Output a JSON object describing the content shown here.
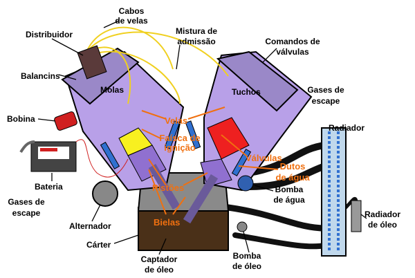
{
  "labels": {
    "cabos_de_velas": [
      "Cabos",
      "de velas"
    ],
    "distribuidor": "Distribuidor",
    "mistura_de_admissao": [
      "Mistura de",
      "admissão"
    ],
    "comandos_de_valvulas": [
      "Comandos de",
      "válvulas"
    ],
    "balancins": "Balancins",
    "molas": "Molas",
    "tuchos": "Tuchos",
    "gases_de_escape_right": [
      "Gases de",
      "escape"
    ],
    "bobina": "Bobina",
    "radiador": "Radiador",
    "bateria": "Bateria",
    "gases_de_escape_left": [
      "Gases de",
      "escape"
    ],
    "radiador_de_oleo": [
      "Radiador",
      "de óleo"
    ],
    "alternador": "Alternador",
    "carter": "Cárter",
    "captador_de_oleo": [
      "Captador",
      "de óleo"
    ],
    "bomba_de_oleo": [
      "Bomba",
      "de óleo"
    ],
    "bomba_de_agua": [
      "Bomba",
      "de água"
    ]
  },
  "orange_labels": {
    "velas": "Velas",
    "faisca_de_ignicao": [
      "Faísca de",
      "ignição"
    ],
    "valvulas": "Válvulas",
    "dutos_de_agua": [
      "Dutos",
      "de água"
    ],
    "pistoes": "Pistões",
    "bielas": "Bielas"
  },
  "colors": {
    "engine_block": "#b8a0e8",
    "combustion_hot": "#ee2020",
    "combustion_spark": "#f8f020",
    "oil": "#4a3018",
    "coolant": "#3070d0",
    "wires": "#f0d020",
    "callout_orange": "#f07010"
  }
}
